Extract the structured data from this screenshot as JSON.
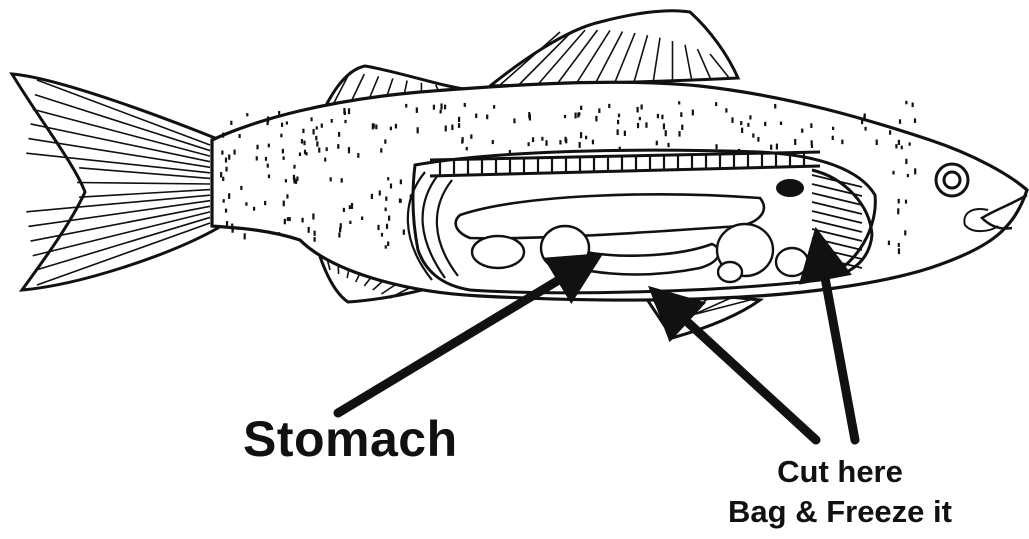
{
  "diagram": {
    "labels": {
      "stomach": "Stomach",
      "cut_here": "Cut here",
      "bag_freeze": "Bag & Freeze it"
    },
    "colors": {
      "ink": "#111111",
      "background": "#ffffff"
    }
  }
}
